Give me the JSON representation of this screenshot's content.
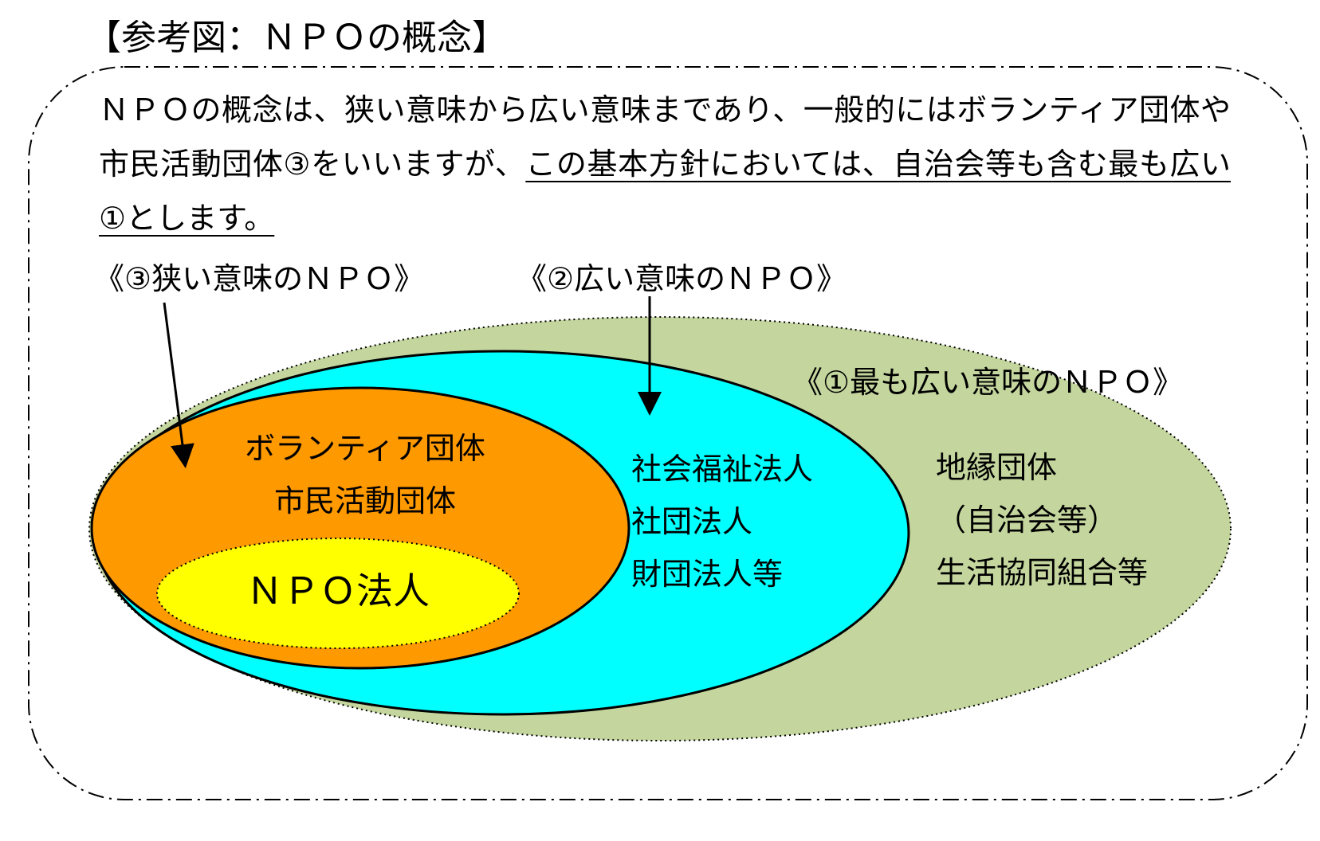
{
  "heading": "【参考図：ＮＰＯの概念】",
  "description": {
    "plain": "ＮＰＯの概念は、狭い意味から広い意味まであり、一般的にはボランティア団体や市民活動団体③をいいますが、",
    "underlined": "この基本方針においては、自治会等も含む最も広い①とします。"
  },
  "labels": {
    "narrow": "《③狭い意味のＮＰＯ》",
    "broad": "《②広い意味のＮＰＯ》",
    "broadest": "《①最も広い意味のＮＰＯ》"
  },
  "groups": {
    "narrow": [
      "ボランティア団体",
      "市民活動団体"
    ],
    "npo_corp": "ＮＰＯ法人",
    "broad": [
      "社会福祉法人",
      "社団法人",
      "財団法人等"
    ],
    "broadest": [
      "地縁団体",
      "（自治会等）",
      "生活協同組合等"
    ]
  },
  "colors": {
    "broadest_fill": "#c4d69e",
    "broad_fill": "#00ffff",
    "narrow_fill": "#ff9900",
    "npo_corp_fill": "#ffff00",
    "outline": "#000000"
  }
}
